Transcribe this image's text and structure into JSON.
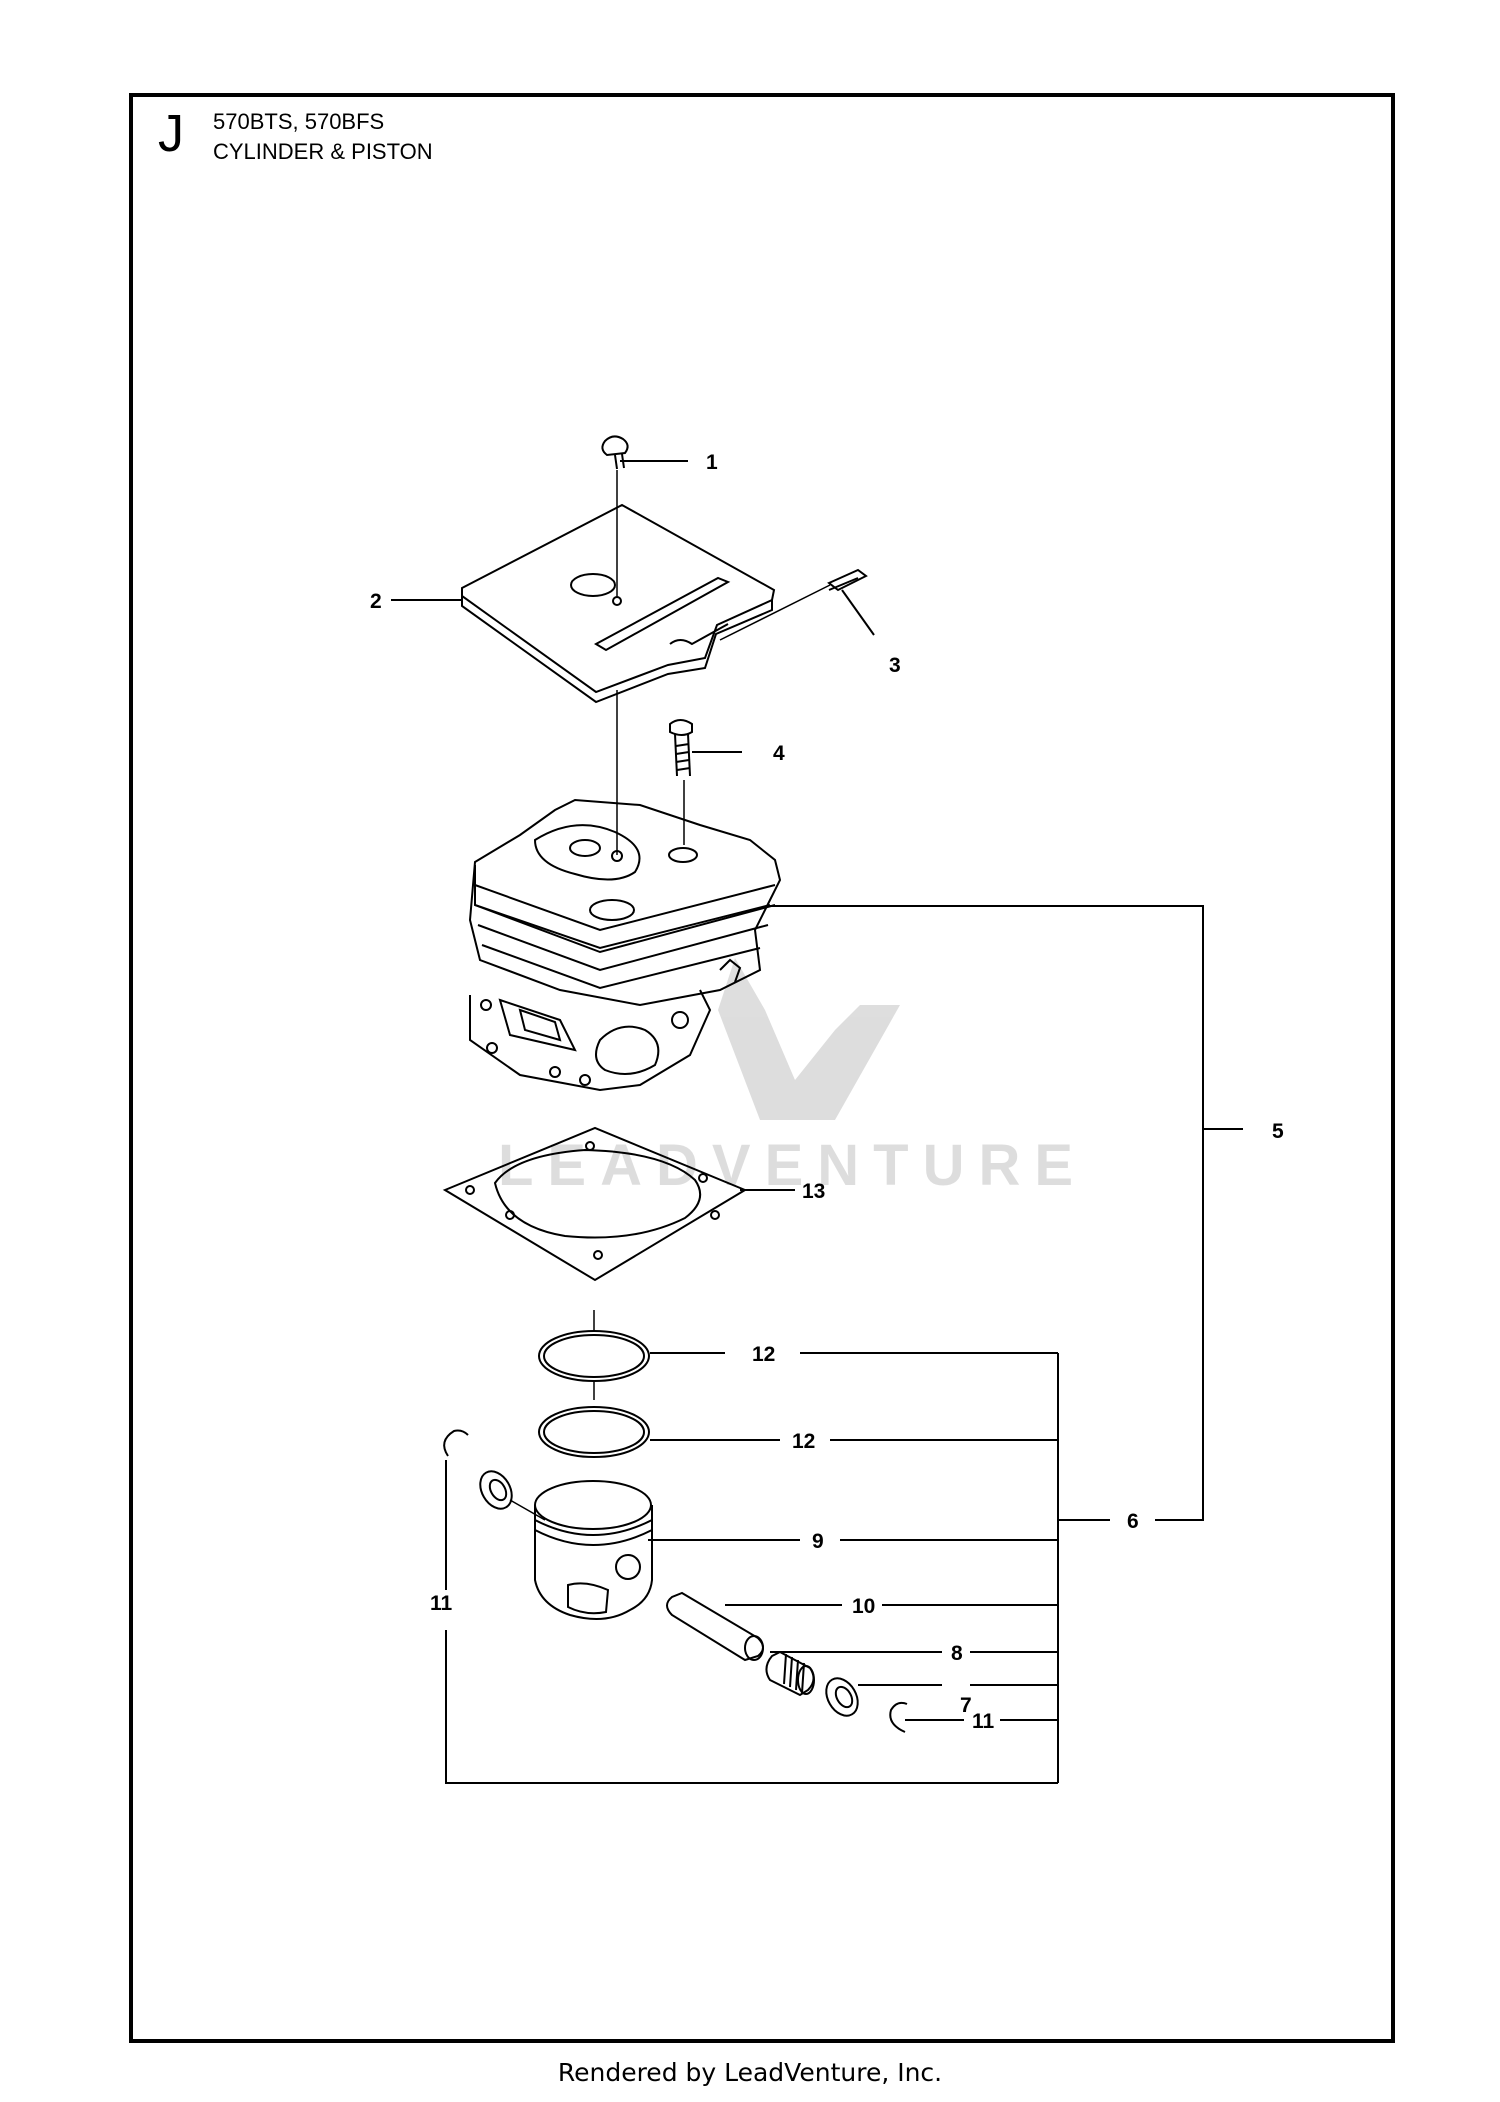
{
  "header": {
    "section_letter": "J",
    "models": "570BTS, 570BFS",
    "title": "CYLINDER & PISTON"
  },
  "callouts": {
    "c1": "1",
    "c2": "2",
    "c3": "3",
    "c4": "4",
    "c5": "5",
    "c6": "6",
    "c7": "7",
    "c8": "8",
    "c9": "9",
    "c10": "10",
    "c11a": "11",
    "c11b": "11",
    "c12a": "12",
    "c12b": "12",
    "c13": "13"
  },
  "watermark": {
    "text": "LEADVENTURE"
  },
  "footer": {
    "text": "Rendered by LeadVenture, Inc."
  }
}
